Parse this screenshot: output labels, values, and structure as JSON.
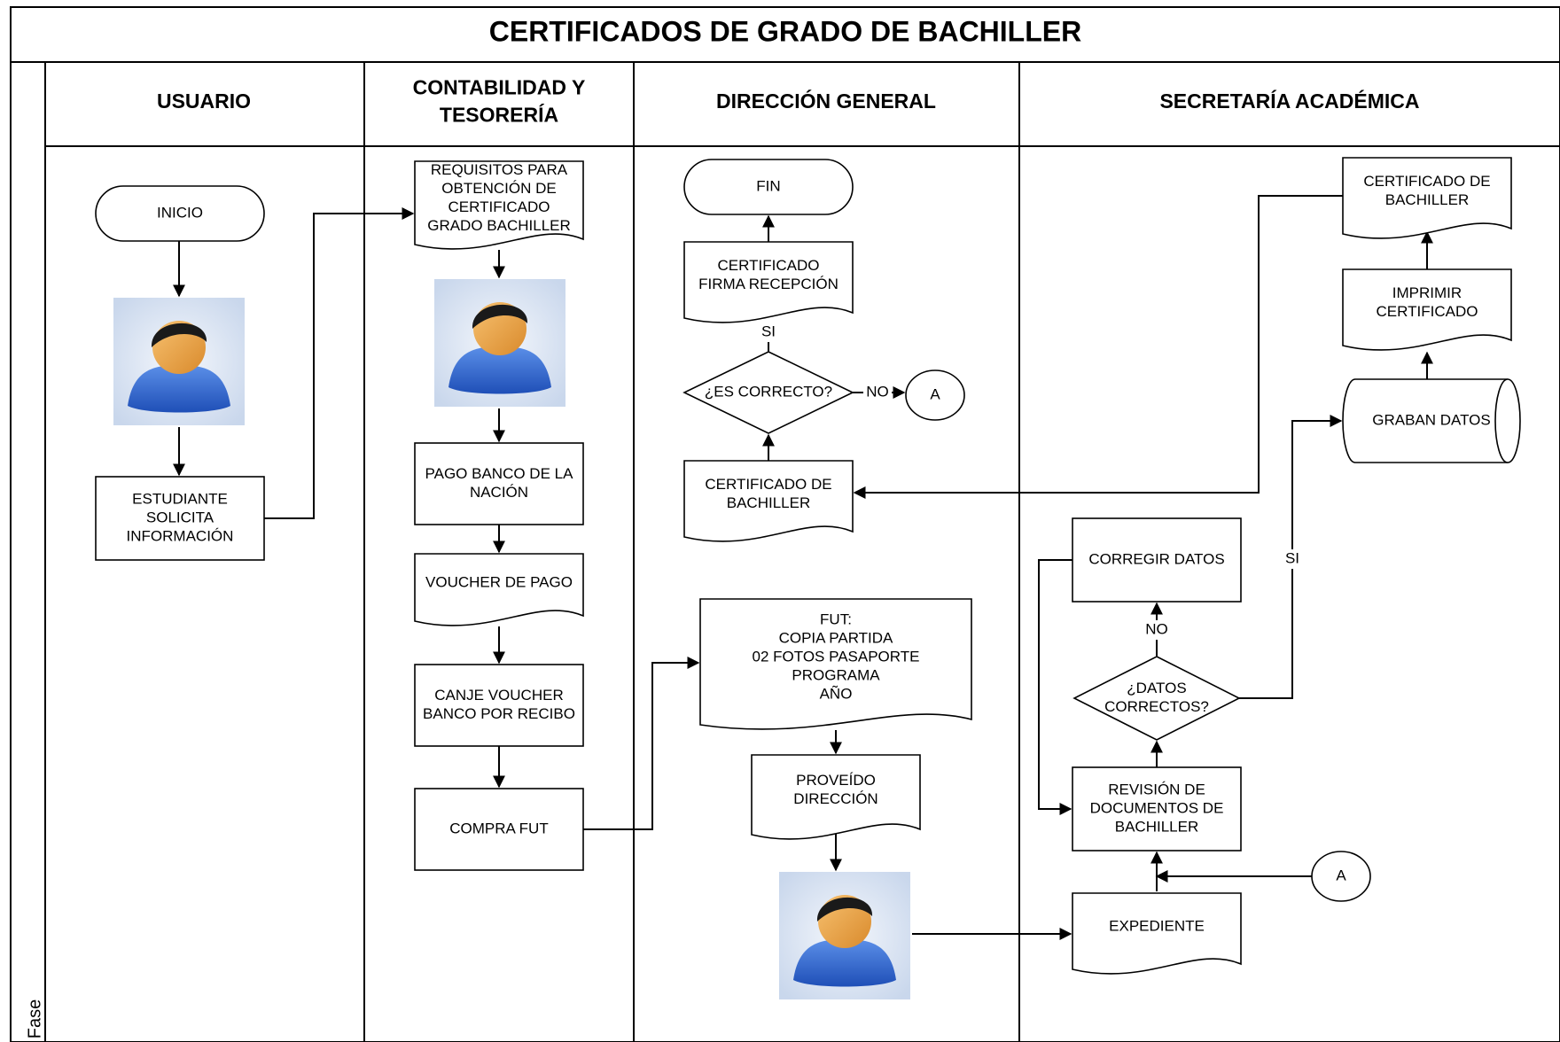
{
  "diagram": {
    "title": "CERTIFICADOS DE GRADO DE BACHILLER",
    "phase_label": "Fase",
    "lanes": [
      {
        "id": "usuario",
        "label": [
          "USUARIO"
        ]
      },
      {
        "id": "contabilidad",
        "label": [
          "CONTABILIDAD Y",
          "TESORERÍA"
        ]
      },
      {
        "id": "direccion",
        "label": [
          "DIRECCIÓN GENERAL"
        ]
      },
      {
        "id": "secretaria",
        "label": [
          "SECRETARÍA ACADÉMICA"
        ]
      }
    ],
    "nodes": [
      {
        "id": "inicio",
        "type": "terminator",
        "lane": "usuario",
        "text": [
          "INICIO"
        ]
      },
      {
        "id": "persona-usuario",
        "type": "person",
        "lane": "usuario",
        "text": []
      },
      {
        "id": "estudiante-solicita",
        "type": "process",
        "lane": "usuario",
        "text": [
          "ESTUDIANTE",
          "SOLICITA",
          "INFORMACIÓN"
        ]
      },
      {
        "id": "requisitos",
        "type": "document",
        "lane": "contabilidad",
        "text": [
          "REQUISITOS PARA",
          "OBTENCIÓN DE",
          "CERTIFICADO",
          "GRADO BACHILLER"
        ]
      },
      {
        "id": "persona-contabilidad",
        "type": "person",
        "lane": "contabilidad",
        "text": []
      },
      {
        "id": "pago-banco",
        "type": "process",
        "lane": "contabilidad",
        "text": [
          "PAGO BANCO DE LA",
          "NACIÓN"
        ]
      },
      {
        "id": "voucher-pago",
        "type": "document",
        "lane": "contabilidad",
        "text": [
          "VOUCHER DE PAGO"
        ]
      },
      {
        "id": "canje-voucher",
        "type": "process",
        "lane": "contabilidad",
        "text": [
          "CANJE VOUCHER",
          "BANCO POR RECIBO"
        ]
      },
      {
        "id": "compra-fut",
        "type": "process",
        "lane": "contabilidad",
        "text": [
          "COMPRA FUT"
        ]
      },
      {
        "id": "fin",
        "type": "terminator",
        "lane": "direccion",
        "text": [
          "FIN"
        ]
      },
      {
        "id": "certificado-firma",
        "type": "document",
        "lane": "direccion",
        "text": [
          "CERTIFICADO",
          "FIRMA RECEPCIÓN"
        ]
      },
      {
        "id": "es-correcto",
        "type": "decision",
        "lane": "direccion",
        "text": [
          "¿ES CORRECTO?"
        ]
      },
      {
        "id": "conector-a-1",
        "type": "connector",
        "lane": "direccion",
        "text": [
          "A"
        ]
      },
      {
        "id": "certificado-bachiller-dg",
        "type": "document",
        "lane": "direccion",
        "text": [
          "CERTIFICADO DE",
          "BACHILLER"
        ]
      },
      {
        "id": "fut-documentos",
        "type": "document",
        "lane": "direccion",
        "text": [
          "FUT:",
          "COPIA PARTIDA",
          "02 FOTOS PASAPORTE",
          "PROGRAMA",
          "AÑO"
        ]
      },
      {
        "id": "proveido-direccion",
        "type": "document",
        "lane": "direccion",
        "text": [
          "PROVEÍDO",
          "DIRECCIÓN"
        ]
      },
      {
        "id": "persona-direccion",
        "type": "person",
        "lane": "direccion",
        "text": []
      },
      {
        "id": "certificado-bachiller-sa",
        "type": "document",
        "lane": "secretaria",
        "text": [
          "CERTIFICADO DE",
          "BACHILLER"
        ]
      },
      {
        "id": "imprimir-certificado",
        "type": "document",
        "lane": "secretaria",
        "text": [
          "IMPRIMIR",
          "CERTIFICADO"
        ]
      },
      {
        "id": "graban-datos",
        "type": "storage",
        "lane": "secretaria",
        "text": [
          "GRABAN DATOS"
        ]
      },
      {
        "id": "corregir-datos",
        "type": "process",
        "lane": "secretaria",
        "text": [
          "CORREGIR DATOS"
        ]
      },
      {
        "id": "datos-correctos",
        "type": "decision",
        "lane": "secretaria",
        "text": [
          "¿DATOS",
          "CORRECTOS?"
        ]
      },
      {
        "id": "revision-documentos",
        "type": "process",
        "lane": "secretaria",
        "text": [
          "REVISIÓN DE",
          "DOCUMENTOS DE",
          "BACHILLER"
        ]
      },
      {
        "id": "conector-a-2",
        "type": "connector",
        "lane": "secretaria",
        "text": [
          "A"
        ]
      },
      {
        "id": "expediente",
        "type": "document",
        "lane": "secretaria",
        "text": [
          "EXPEDIENTE"
        ]
      }
    ],
    "edges": [
      {
        "id": "e1",
        "from": "inicio",
        "to": "persona-usuario",
        "label": ""
      },
      {
        "id": "e2",
        "from": "persona-usuario",
        "to": "estudiante-solicita",
        "label": ""
      },
      {
        "id": "e3",
        "from": "estudiante-solicita",
        "to": "requisitos",
        "label": ""
      },
      {
        "id": "e4",
        "from": "requisitos",
        "to": "persona-contabilidad",
        "label": ""
      },
      {
        "id": "e5",
        "from": "persona-contabilidad",
        "to": "pago-banco",
        "label": ""
      },
      {
        "id": "e6",
        "from": "pago-banco",
        "to": "voucher-pago",
        "label": ""
      },
      {
        "id": "e7",
        "from": "voucher-pago",
        "to": "canje-voucher",
        "label": ""
      },
      {
        "id": "e8",
        "from": "canje-voucher",
        "to": "compra-fut",
        "label": ""
      },
      {
        "id": "e9",
        "from": "compra-fut",
        "to": "fut-documentos",
        "label": ""
      },
      {
        "id": "e10",
        "from": "fut-documentos",
        "to": "proveido-direccion",
        "label": ""
      },
      {
        "id": "e11",
        "from": "proveido-direccion",
        "to": "persona-direccion",
        "label": ""
      },
      {
        "id": "e12",
        "from": "persona-direccion",
        "to": "expediente",
        "label": ""
      },
      {
        "id": "e13",
        "from": "conector-a-2",
        "to": "revision-documentos",
        "label": ""
      },
      {
        "id": "e14",
        "from": "expediente",
        "to": "revision-documentos",
        "label": ""
      },
      {
        "id": "e15",
        "from": "revision-documentos",
        "to": "datos-correctos",
        "label": ""
      },
      {
        "id": "e16",
        "from": "datos-correctos",
        "to": "corregir-datos",
        "label": "NO"
      },
      {
        "id": "e17",
        "from": "corregir-datos",
        "to": "revision-documentos",
        "label": ""
      },
      {
        "id": "e18",
        "from": "datos-correctos",
        "to": "graban-datos",
        "label": "SI"
      },
      {
        "id": "e19",
        "from": "graban-datos",
        "to": "imprimir-certificado",
        "label": ""
      },
      {
        "id": "e20",
        "from": "imprimir-certificado",
        "to": "certificado-bachiller-sa",
        "label": ""
      },
      {
        "id": "e21",
        "from": "certificado-bachiller-sa",
        "to": "certificado-bachiller-dg",
        "label": ""
      },
      {
        "id": "e22",
        "from": "certificado-bachiller-dg",
        "to": "es-correcto",
        "label": ""
      },
      {
        "id": "e23",
        "from": "es-correcto",
        "to": "certificado-firma",
        "label": "SI"
      },
      {
        "id": "e24",
        "from": "es-correcto",
        "to": "conector-a-1",
        "label": "NO"
      },
      {
        "id": "e25",
        "from": "certificado-firma",
        "to": "fin",
        "label": ""
      }
    ]
  }
}
